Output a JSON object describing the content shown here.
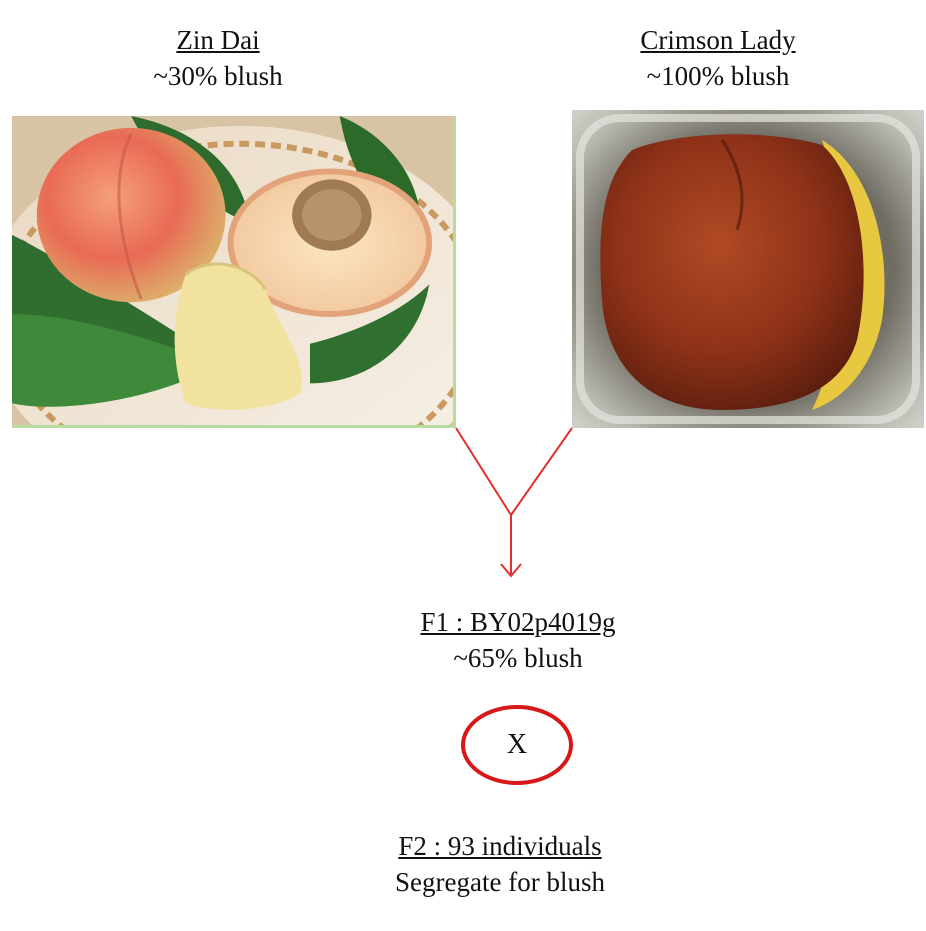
{
  "parent1": {
    "name": "Zin Dai",
    "blush": "~30% blush"
  },
  "parent2": {
    "name": "Crimson Lady",
    "blush": "~100% blush"
  },
  "f1": {
    "name": "F1 : BY02p4019g",
    "blush": "~65% blush"
  },
  "cross": {
    "symbol": "X"
  },
  "f2": {
    "name": "F2 : 93 individuals",
    "description": "Segregate for blush"
  },
  "colors": {
    "connector": "#e03030",
    "cross_ring": "#d81818"
  },
  "icons": {
    "parent1_image": "peach-halves-photo",
    "parent2_image": "red-peach-photo"
  }
}
